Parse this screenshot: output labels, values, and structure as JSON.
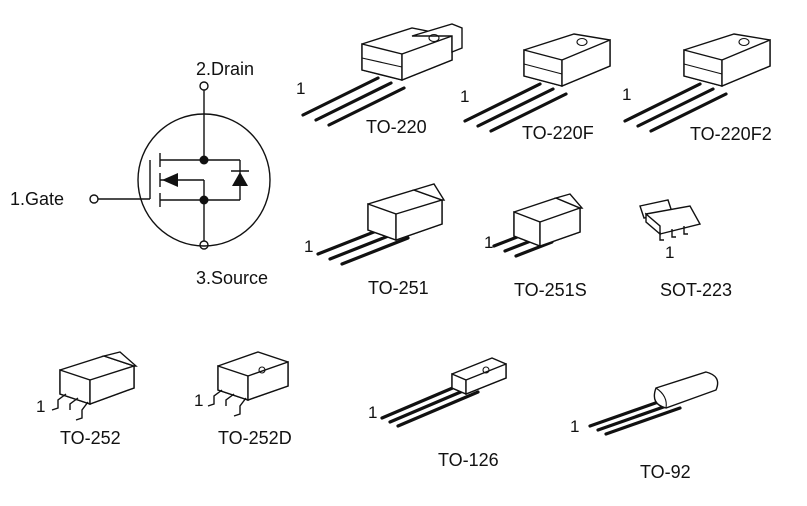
{
  "schematic": {
    "drain": "2.Drain",
    "gate": "1.Gate",
    "source": "3.Source"
  },
  "packages": [
    {
      "name": "TO-220",
      "pin_mark": "1"
    },
    {
      "name": "TO-220F",
      "pin_mark": "1"
    },
    {
      "name": "TO-220F2",
      "pin_mark": "1"
    },
    {
      "name": "TO-251",
      "pin_mark": "1"
    },
    {
      "name": "TO-251S",
      "pin_mark": "1"
    },
    {
      "name": "SOT-223",
      "pin_mark": "1"
    },
    {
      "name": "TO-252",
      "pin_mark": "1"
    },
    {
      "name": "TO-252D",
      "pin_mark": "1"
    },
    {
      "name": "TO-126",
      "pin_mark": "1"
    },
    {
      "name": "TO-92",
      "pin_mark": "1"
    }
  ]
}
